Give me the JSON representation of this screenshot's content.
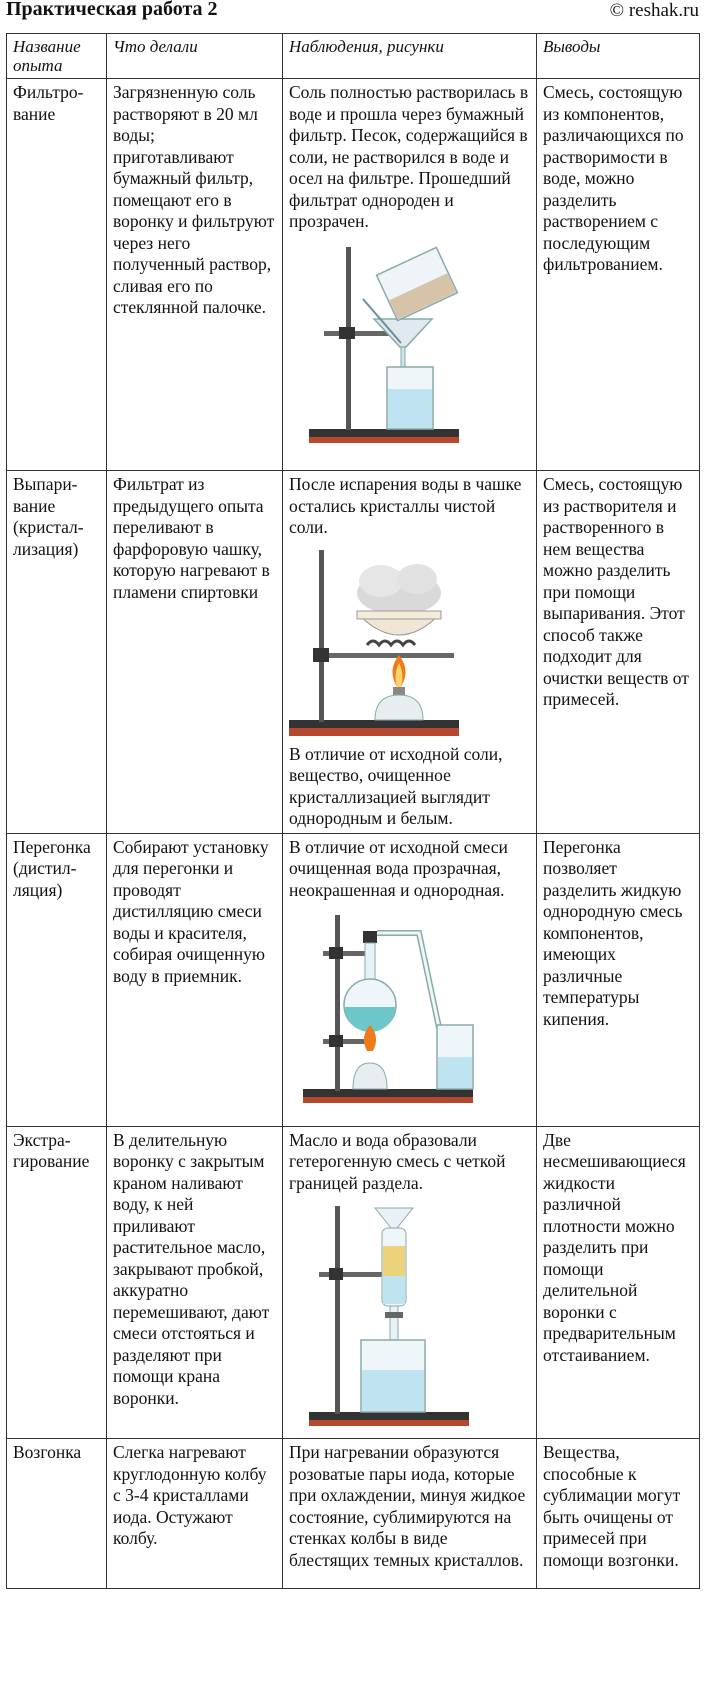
{
  "header": {
    "title": "Практическая работа 2",
    "source": "© reshak.ru"
  },
  "columns": [
    "Название опыта",
    "Что делали",
    "Наблюдения, рисунки",
    "Выводы"
  ],
  "rows": [
    {
      "name": "Фильтро-\nвание",
      "did": "Загрязненную соль растворяют в 20 мл воды; приготавливают бумажный фильтр, помещают его в воронку и фильтруют через него полученный раствор, сливая его по стеклянной палочке.",
      "observation": "Соль полностью растворилась в воде и прошла через бумажный фильтр. Песок, содержащийся в соли, не растворился в воде и осел на фильтре. Прошедший фильтрат однороден и прозрачен.",
      "observation_note": "",
      "conclusion": "Смесь, состоящую из компонентов, различающихся по растворимости в воде, можно разделить растворением с последующим фильтрованием."
    },
    {
      "name": "Выпари-\nвание\n(кристал-\nлизация)",
      "did": "Фильтрат из предыдущего опыта переливают в фарфоровую чашку, которую нагревают в пламени спиртовки",
      "observation": "После испарения воды в чашке остались кристаллы чистой соли.",
      "observation_note": "В отличие от исходной соли, вещество, очищенное кристаллизацией выглядит однородным и белым.",
      "conclusion": "Смесь, состоящую из растворителя и растворенного в нем вещества можно разделить при помощи выпаривания. Этот способ также подходит для очистки веществ от примесей."
    },
    {
      "name": "Перегонка\n(дистил-\nляция)",
      "did": "Собирают установку для перегонки и проводят дистилляцию смеси воды и красителя, собирая очищенную воду в приемник.",
      "observation": "В отличие от исходной смеси очищенная вода прозрачная, неокрашенная и однородная.",
      "observation_note": "",
      "conclusion": "Перегонка позволяет разделить жидкую однородную смесь компонентов, имеющих различные температуры кипения."
    },
    {
      "name": "Экстра-\nгирование",
      "did": "В делительную воронку с закрытым краном наливают воду, к ней приливают растительное масло, закрывают пробкой, аккуратно перемешивают, дают смеси отстояться и разделяют при помощи крана воронки.",
      "observation": "Масло и вода образовали гетерогенную смесь с четкой границей раздела.",
      "observation_note": "",
      "conclusion": "Две несмешивающиеся жидкости различной плотности можно разделить при помощи делительной воронки с предварительным отстаиванием."
    },
    {
      "name": "Возгонка",
      "did": "Слегка нагревают круглодонную колбу с 3-4 кристаллами иода. Остужают колбу.",
      "observation": "При нагревании образуются розоватые пары иода, которые при охлаждении, минуя жидкое состояние, сублимируются на стенках колбы в виде блестящих темных кристаллов.",
      "observation_note": "",
      "conclusion": "Вещества, способные к сублимации могут быть очищены от примесей при помощи возгонки."
    }
  ],
  "illustrations": [
    "filtration-setup",
    "evaporation-setup",
    "distillation-setup",
    "separatory-funnel-setup"
  ],
  "colors": {
    "table_border": "#333333",
    "water": "#bfe3f0",
    "flame": "#f07a1a",
    "tabletop": "#b5482d"
  }
}
